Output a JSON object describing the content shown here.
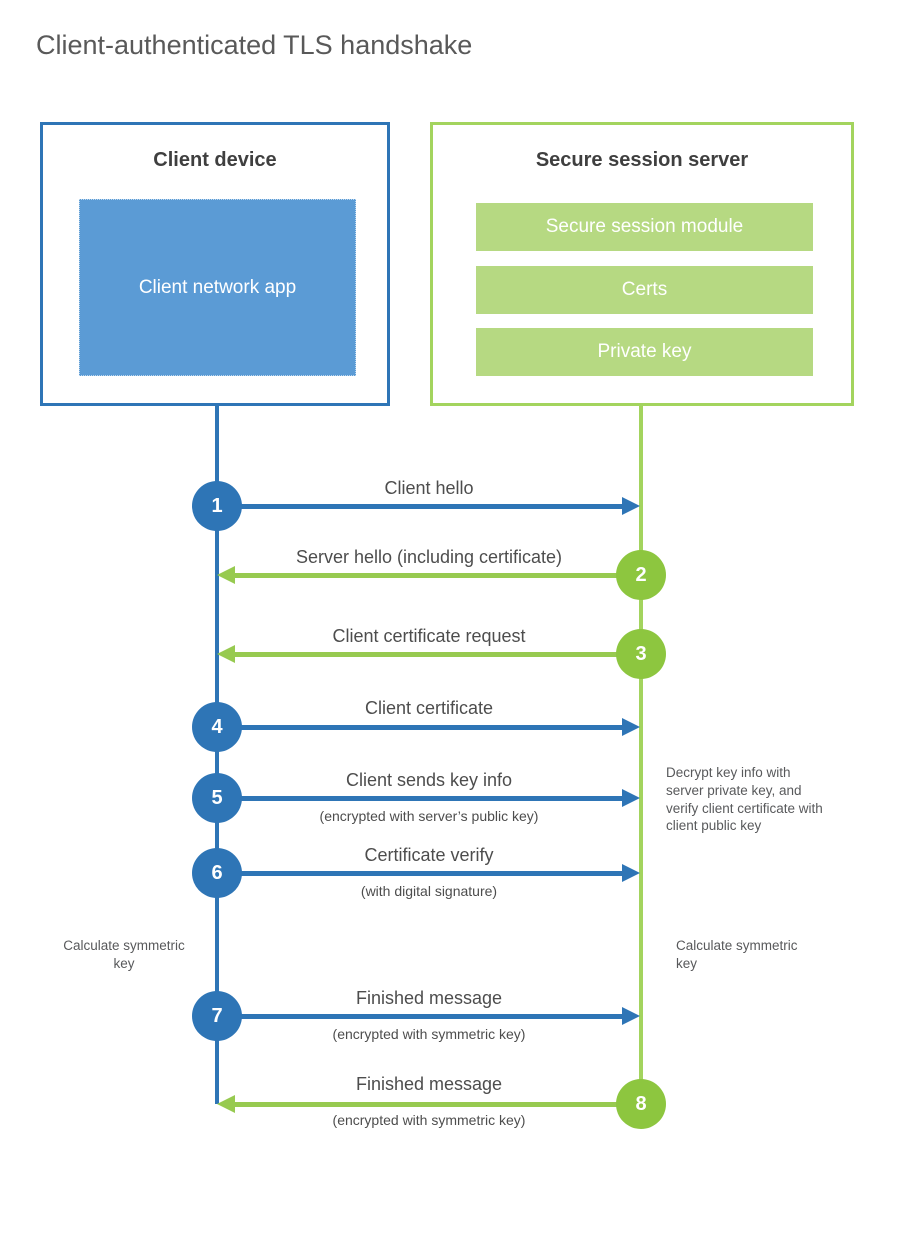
{
  "title": "Client-authenticated TLS handshake",
  "client": {
    "title": "Client device",
    "app_label": "Client network app"
  },
  "server": {
    "title": "Secure session server",
    "modules": [
      "Secure session module",
      "Certs",
      "Private key"
    ]
  },
  "steps": [
    {
      "num": "1",
      "label": "Client hello",
      "sub": "",
      "direction": "client-to-server"
    },
    {
      "num": "2",
      "label": "Server hello (including certificate)",
      "sub": "",
      "direction": "server-to-client"
    },
    {
      "num": "3",
      "label": "Client certificate request",
      "sub": "",
      "direction": "server-to-client"
    },
    {
      "num": "4",
      "label": "Client certificate",
      "sub": "",
      "direction": "client-to-server"
    },
    {
      "num": "5",
      "label": "Client sends key info",
      "sub": "(encrypted with server’s public key)",
      "direction": "client-to-server"
    },
    {
      "num": "6",
      "label": "Certificate verify",
      "sub": "(with digital signature)",
      "direction": "client-to-server"
    },
    {
      "num": "7",
      "label": "Finished message",
      "sub": "(encrypted with symmetric key)",
      "direction": "client-to-server"
    },
    {
      "num": "8",
      "label": "Finished message",
      "sub": "(encrypted with symmetric key)",
      "direction": "server-to-client"
    }
  ],
  "notes": {
    "decrypt": "Decrypt key info with server private key, and verify client certificate with client public key",
    "calc_left": "Calculate symmetric key",
    "calc_right": "Calculate symmetric key"
  },
  "colors": {
    "blue": "#2e75b6",
    "blue_fill": "#5b9bd5",
    "green_circle": "#8dc63f",
    "green_arrow": "#97ca50",
    "green_border": "#a3d45e",
    "green_bar": "#b6d982",
    "label_text": "#4d4d4d",
    "heading_text": "#3f3f3f"
  }
}
